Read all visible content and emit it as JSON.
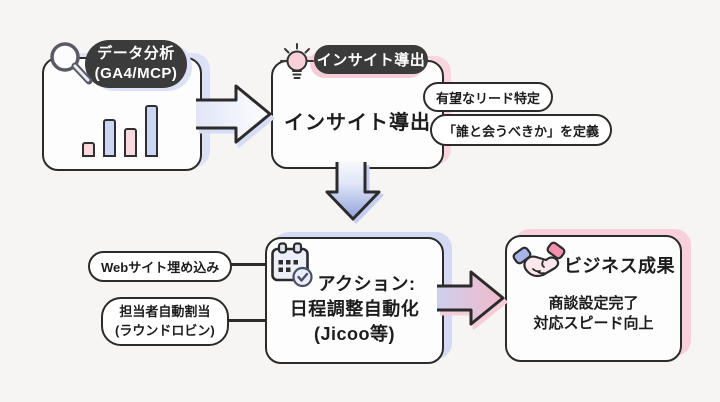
{
  "flow": {
    "step1": {
      "badge_line1": "データ分析",
      "badge_line2": "(GA4/MCP)",
      "icon": "magnifier-icon",
      "bars": [
        {
          "color": "#f9d8de",
          "height": 15
        },
        {
          "color": "#ccd5f2",
          "height": 38
        },
        {
          "color": "#f9d8de",
          "height": 29
        },
        {
          "color": "#ccd5f2",
          "height": 52
        }
      ]
    },
    "step2": {
      "badge": "インサイト導出",
      "icon": "lightbulb-icon",
      "title": "インサイト導出",
      "callout1": "有望なリード特定",
      "callout2": "「誰と会うべきか」を定義"
    },
    "step3": {
      "icon": "calendar-check-icon",
      "line1": "アクション:",
      "line2": "日程調整自動化",
      "line3": "(Jicoo等)",
      "input1": "Webサイト埋め込み",
      "input2_line1": "担当者自動割当",
      "input2_line2": "(ラウンドロビン)"
    },
    "step4": {
      "icon": "handshake-icon",
      "title": "ビジネス成果",
      "line1": "商談設定完了",
      "line2": "対応スピード向上"
    }
  },
  "colors": {
    "lavender": "#ccd5f2",
    "pink": "#f9d8de",
    "ink": "#2b2b2b",
    "badge_bg": "#3b3b3b",
    "canvas": "#f6f5f3"
  }
}
